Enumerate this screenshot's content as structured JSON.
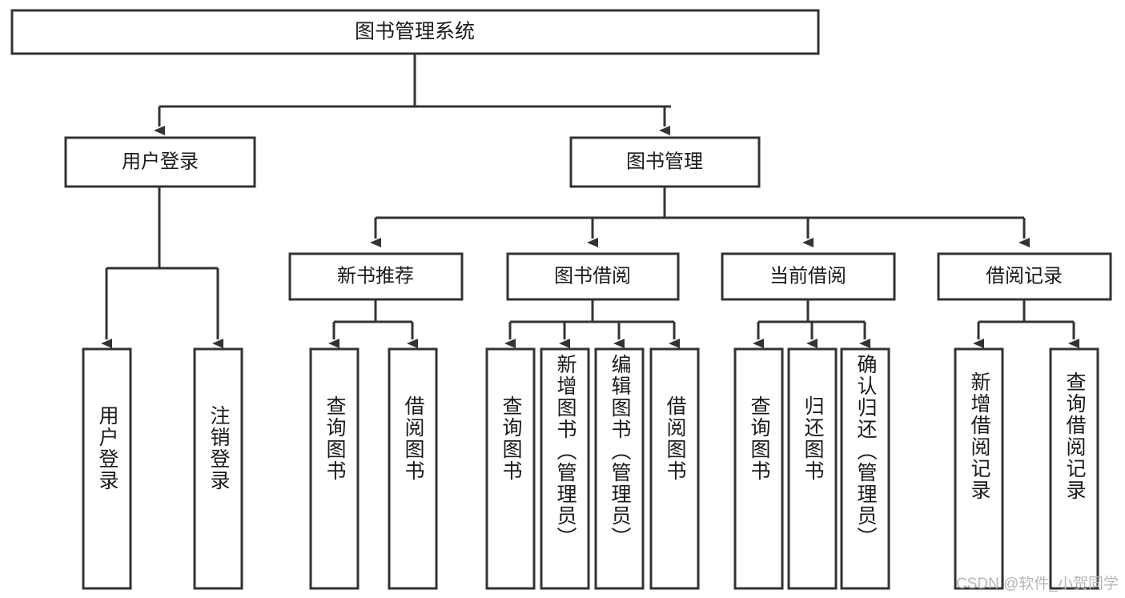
{
  "diagram": {
    "type": "tree-hierarchy",
    "title": "图书管理系统",
    "watermark": "CSDN @软件_小贺同学",
    "colors": {
      "stroke": "#333333",
      "box_fill": "#ffffff",
      "text": "#1a1a1a",
      "background": "#ffffff",
      "watermark": "#b6b6b6"
    },
    "root": {
      "label": "图书管理系统",
      "level": 1
    },
    "level2": [
      {
        "label": "用户登录"
      },
      {
        "label": "图书管理"
      }
    ],
    "level3": [
      {
        "label": "新书推荐",
        "parent": "图书管理"
      },
      {
        "label": "图书借阅",
        "parent": "图书管理"
      },
      {
        "label": "当前借阅",
        "parent": "图书管理"
      },
      {
        "label": "借阅记录",
        "parent": "图书管理"
      }
    ],
    "groups": [
      {
        "parent": "用户登录",
        "leaves": [
          {
            "label": "用户登录"
          },
          {
            "label": "注销登录"
          }
        ]
      },
      {
        "parent": "新书推荐",
        "leaves": [
          {
            "label": "查询图书"
          },
          {
            "label": "借阅图书"
          }
        ]
      },
      {
        "parent": "图书借阅",
        "leaves": [
          {
            "label": "查询图书"
          },
          {
            "label": "新增图书（管理员）"
          },
          {
            "label": "编辑图书（管理员）"
          },
          {
            "label": "借阅图书"
          }
        ]
      },
      {
        "parent": "当前借阅",
        "leaves": [
          {
            "label": "查询图书"
          },
          {
            "label": "归还图书"
          },
          {
            "label": "确认归还（管理员）"
          }
        ]
      },
      {
        "parent": "借阅记录",
        "leaves": [
          {
            "label": "新增借阅记录"
          },
          {
            "label": "查询借阅记录"
          }
        ]
      }
    ]
  }
}
